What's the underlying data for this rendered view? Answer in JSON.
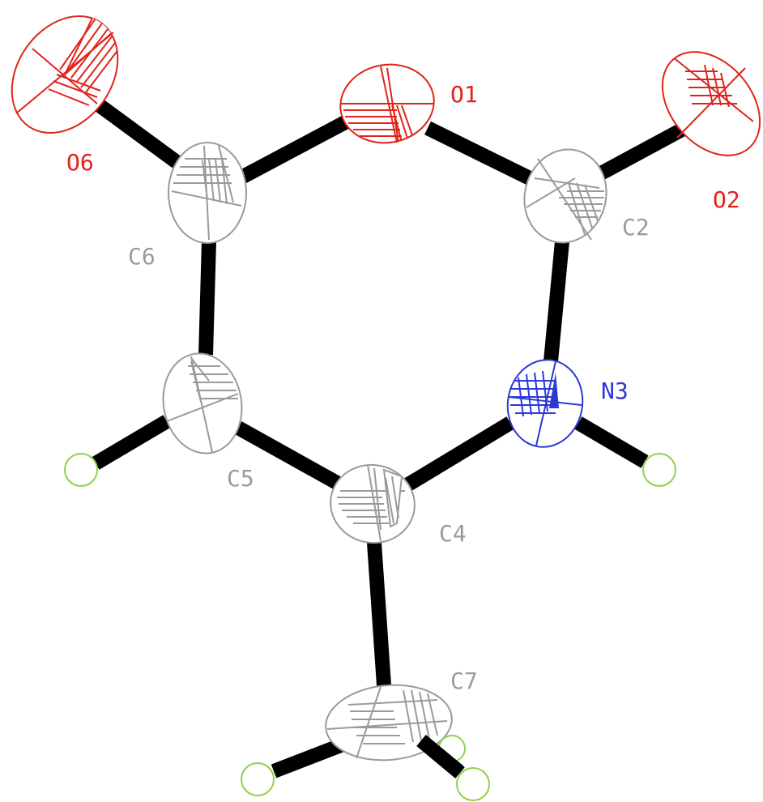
{
  "colors": {
    "oxygen": "#e0241b",
    "nitrogen": "#2b39d6",
    "carbon": "#9a9a9a",
    "hydrogen": "#8fd24a",
    "bond": "#000000",
    "background": "#ffffff"
  },
  "atoms": [
    {
      "id": "O6",
      "label": "O6",
      "element": "O"
    },
    {
      "id": "O1",
      "label": "O1",
      "element": "O"
    },
    {
      "id": "O2",
      "label": "O2",
      "element": "O"
    },
    {
      "id": "C6",
      "label": "C6",
      "element": "C"
    },
    {
      "id": "C2",
      "label": "C2",
      "element": "C"
    },
    {
      "id": "N3",
      "label": "N3",
      "element": "N"
    },
    {
      "id": "C5",
      "label": "C5",
      "element": "C"
    },
    {
      "id": "C4",
      "label": "C4",
      "element": "C"
    },
    {
      "id": "C7",
      "label": "C7",
      "element": "C"
    },
    {
      "id": "H5",
      "label": "",
      "element": "H"
    },
    {
      "id": "H3",
      "label": "",
      "element": "H"
    },
    {
      "id": "H7A",
      "label": "",
      "element": "H"
    },
    {
      "id": "H7B",
      "label": "",
      "element": "H"
    },
    {
      "id": "H7C",
      "label": "",
      "element": "H"
    }
  ],
  "bonds": [
    [
      "O6",
      "C6"
    ],
    [
      "C6",
      "O1"
    ],
    [
      "O1",
      "C2"
    ],
    [
      "C2",
      "O2"
    ],
    [
      "C6",
      "C5"
    ],
    [
      "C2",
      "N3"
    ],
    [
      "N3",
      "C4"
    ],
    [
      "C5",
      "C4"
    ],
    [
      "C5",
      "H5"
    ],
    [
      "N3",
      "H3"
    ],
    [
      "C4",
      "C7"
    ],
    [
      "C7",
      "H7A"
    ],
    [
      "C7",
      "H7B"
    ],
    [
      "C7",
      "H7C"
    ]
  ]
}
